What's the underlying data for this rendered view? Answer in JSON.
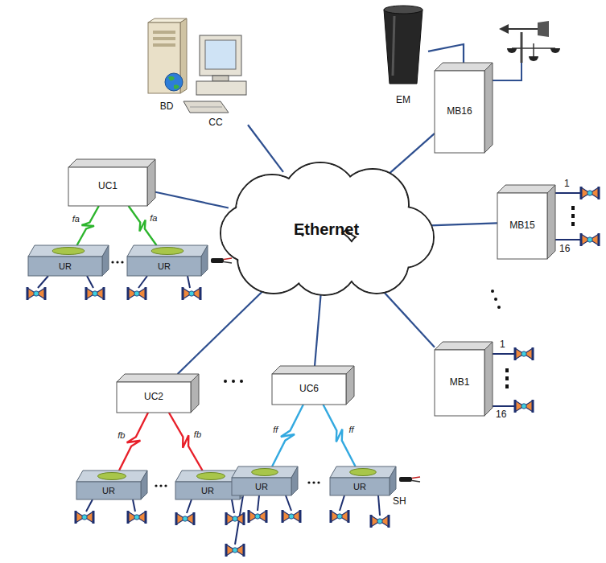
{
  "diagram": {
    "nodes": [
      {
        "text": [
          "BD"
        ]
      },
      {
        "text": [
          "CC"
        ]
      },
      {
        "text": [
          "EM"
        ]
      },
      {
        "text": [
          "MB16"
        ]
      },
      {
        "text": [
          "UC1"
        ]
      },
      {
        "text": [
          "Ethernet"
        ]
      },
      {
        "text": [
          "MB15"
        ]
      },
      {
        "text": [
          "UR"
        ]
      },
      {
        "text": [
          "UR"
        ]
      },
      {
        "text": [
          "MB1"
        ]
      },
      {
        "text": [
          "UC2"
        ]
      },
      {
        "text": [
          "UC6"
        ]
      },
      {
        "text": [
          "UR"
        ]
      },
      {
        "text": [
          "UR"
        ]
      },
      {
        "text": [
          "UR"
        ]
      },
      {
        "text": [
          "UR"
        ]
      }
    ],
    "edges": [
      {
        "from": 1,
        "to": 5,
        "arrow": "none"
      },
      {
        "from": 2,
        "to": 3,
        "arrow": "none"
      },
      {
        "from": 3,
        "to": 5,
        "arrow": "none"
      },
      {
        "from": 4,
        "to": 5,
        "arrow": "none"
      },
      {
        "from": 6,
        "to": 5,
        "arrow": "none"
      },
      {
        "from": 4,
        "to": 7,
        "label": "fa",
        "arrow": "none"
      },
      {
        "from": 4,
        "to": 8,
        "label": "fa",
        "arrow": "none"
      },
      {
        "from": 9,
        "to": 5,
        "arrow": "none"
      },
      {
        "from": 10,
        "to": 5,
        "arrow": "none"
      },
      {
        "from": 11,
        "to": 5,
        "arrow": "none"
      },
      {
        "from": 10,
        "to": 12,
        "label": "fb",
        "arrow": "none"
      },
      {
        "from": 10,
        "to": 13,
        "label": "fb",
        "arrow": "none"
      },
      {
        "from": 11,
        "to": 14,
        "label": "ff",
        "arrow": "none"
      },
      {
        "from": 11,
        "to": 15,
        "label": "ff",
        "arrow": "none"
      }
    ],
    "labels": [
      "1",
      "16",
      "1",
      "16",
      "SH"
    ]
  }
}
